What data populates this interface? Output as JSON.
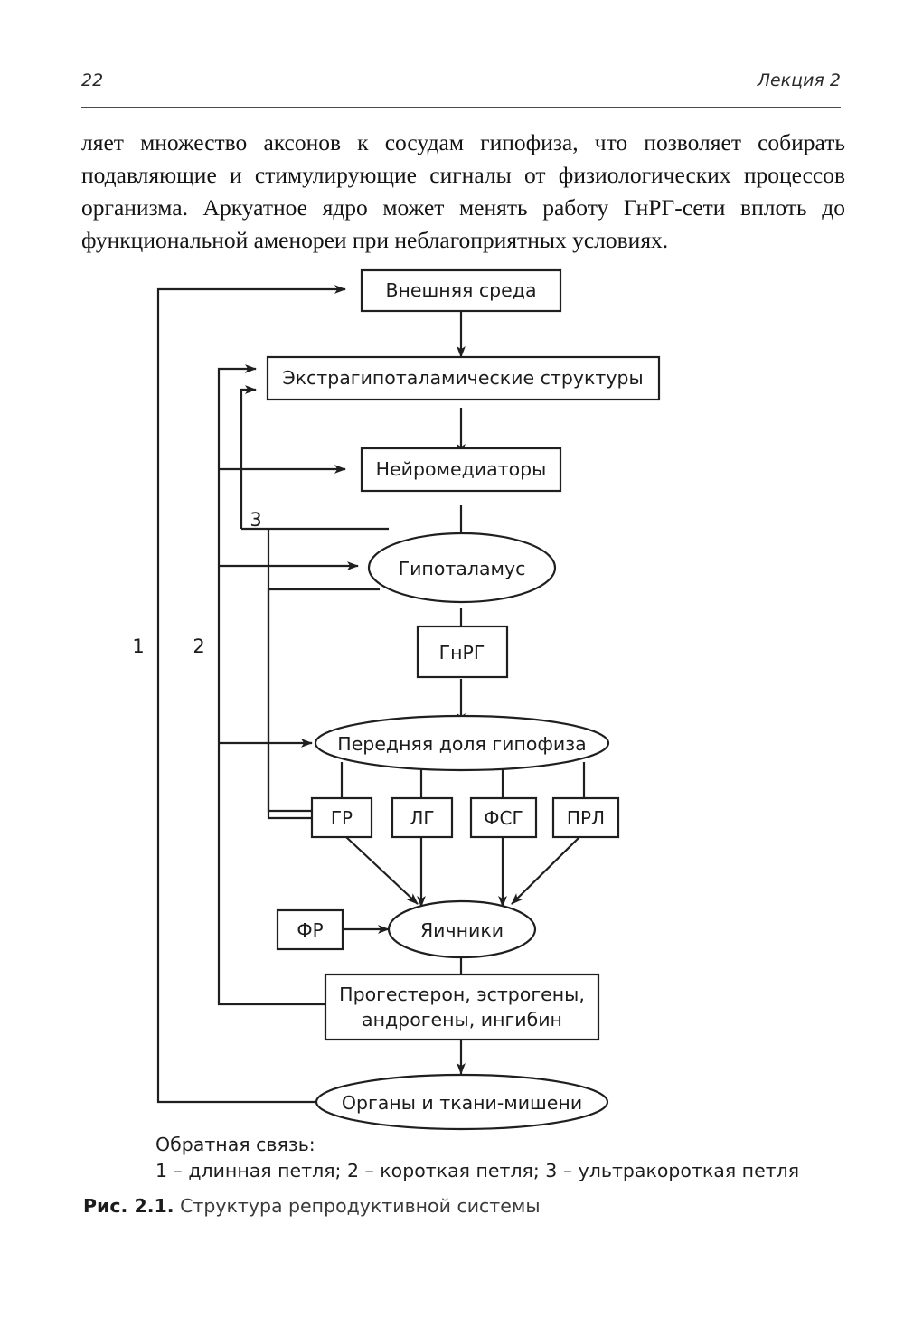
{
  "header": {
    "page_number": "22",
    "running_title": "Лекция 2"
  },
  "body": {
    "paragraph": "ляет множество аксонов к сосудам гипофиза, что позволяет собирать подавляющие и стимулирующие сигналы от физиологических процессов организма. Аркуатное ядро может менять работу ГнРГ-сети вплоть до функциональной аменореи при неблагоприятных условиях."
  },
  "figure": {
    "nodes": {
      "external_env": "Внешняя среда",
      "extrahypothalamic": "Экстрагипоталамические структуры",
      "neurotransmitters": "Нейромедиаторы",
      "hypothalamus": "Гипоталамус",
      "gnrh": "ГнРГ",
      "anterior_pituitary": "Передняя доля гипофиза",
      "gh": "ГР",
      "lh": "ЛГ",
      "fsh": "ФСГ",
      "prl": "ПРЛ",
      "gf": "ФР",
      "ovaries": "Яичники",
      "steroids_line1": "Прогестерон, эстрогены,",
      "steroids_line2": "андрогены, ингибин",
      "target_organs": "Органы и ткани-мишени"
    },
    "loop_labels": {
      "long": "1",
      "short": "2",
      "ultrashort": "3"
    },
    "legend": {
      "title": "Обратная связь:",
      "items": "1 – длинная петля; 2 – короткая петля; 3 – ультракороткая петля"
    },
    "caption": {
      "number": "Рис. 2.1.",
      "text": " Структура репродуктивной системы"
    }
  }
}
